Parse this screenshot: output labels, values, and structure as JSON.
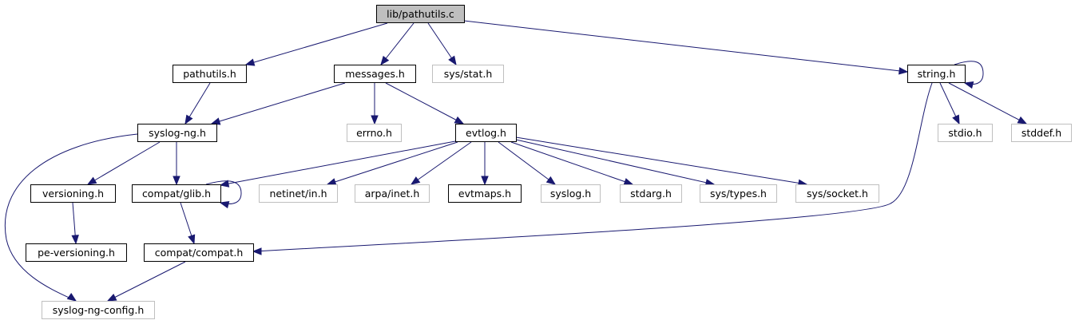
{
  "colors": {
    "edge": "#191970",
    "root_fill": "#bfbfbf",
    "node_border": "#000000",
    "external_border": "#bfbfbf",
    "text": "#000000"
  },
  "nodes": {
    "root": {
      "label": "lib/pathutils.c",
      "kind": "root"
    },
    "pathutils_h": {
      "label": "pathutils.h",
      "kind": "documented"
    },
    "messages_h": {
      "label": "messages.h",
      "kind": "documented"
    },
    "sys_stat_h": {
      "label": "sys/stat.h",
      "kind": "external"
    },
    "string_h": {
      "label": "string.h",
      "kind": "documented"
    },
    "syslog_ng_h": {
      "label": "syslog-ng.h",
      "kind": "documented"
    },
    "errno_h": {
      "label": "errno.h",
      "kind": "external"
    },
    "evtlog_h": {
      "label": "evtlog.h",
      "kind": "documented"
    },
    "stdio_h": {
      "label": "stdio.h",
      "kind": "external"
    },
    "stddef_h": {
      "label": "stddef.h",
      "kind": "external"
    },
    "versioning_h": {
      "label": "versioning.h",
      "kind": "documented"
    },
    "compat_glib_h": {
      "label": "compat/glib.h",
      "kind": "documented"
    },
    "netinet_in_h": {
      "label": "netinet/in.h",
      "kind": "external"
    },
    "arpa_inet_h": {
      "label": "arpa/inet.h",
      "kind": "external"
    },
    "evtmaps_h": {
      "label": "evtmaps.h",
      "kind": "documented"
    },
    "syslog_h": {
      "label": "syslog.h",
      "kind": "external"
    },
    "stdarg_h": {
      "label": "stdarg.h",
      "kind": "external"
    },
    "sys_types_h": {
      "label": "sys/types.h",
      "kind": "external"
    },
    "sys_socket_h": {
      "label": "sys/socket.h",
      "kind": "external"
    },
    "pe_versioning_h": {
      "label": "pe-versioning.h",
      "kind": "documented"
    },
    "compat_compat_h": {
      "label": "compat/compat.h",
      "kind": "documented"
    },
    "syslog_ng_config_h": {
      "label": "syslog-ng-config.h",
      "kind": "external"
    }
  },
  "edges": [
    {
      "from": "root",
      "to": "pathutils_h"
    },
    {
      "from": "root",
      "to": "messages_h"
    },
    {
      "from": "root",
      "to": "sys_stat_h"
    },
    {
      "from": "root",
      "to": "string_h"
    },
    {
      "from": "pathutils_h",
      "to": "syslog_ng_h"
    },
    {
      "from": "messages_h",
      "to": "syslog_ng_h"
    },
    {
      "from": "messages_h",
      "to": "errno_h"
    },
    {
      "from": "messages_h",
      "to": "evtlog_h"
    },
    {
      "from": "string_h",
      "to": "string_h"
    },
    {
      "from": "string_h",
      "to": "stdio_h"
    },
    {
      "from": "string_h",
      "to": "stddef_h"
    },
    {
      "from": "string_h",
      "to": "compat_compat_h"
    },
    {
      "from": "syslog_ng_h",
      "to": "versioning_h"
    },
    {
      "from": "syslog_ng_h",
      "to": "compat_glib_h"
    },
    {
      "from": "syslog_ng_h",
      "to": "syslog_ng_config_h"
    },
    {
      "from": "evtlog_h",
      "to": "compat_glib_h"
    },
    {
      "from": "evtlog_h",
      "to": "netinet_in_h"
    },
    {
      "from": "evtlog_h",
      "to": "arpa_inet_h"
    },
    {
      "from": "evtlog_h",
      "to": "evtmaps_h"
    },
    {
      "from": "evtlog_h",
      "to": "syslog_h"
    },
    {
      "from": "evtlog_h",
      "to": "stdarg_h"
    },
    {
      "from": "evtlog_h",
      "to": "sys_types_h"
    },
    {
      "from": "evtlog_h",
      "to": "sys_socket_h"
    },
    {
      "from": "versioning_h",
      "to": "pe_versioning_h"
    },
    {
      "from": "compat_glib_h",
      "to": "compat_glib_h"
    },
    {
      "from": "compat_glib_h",
      "to": "compat_compat_h"
    },
    {
      "from": "compat_compat_h",
      "to": "syslog_ng_config_h"
    }
  ]
}
